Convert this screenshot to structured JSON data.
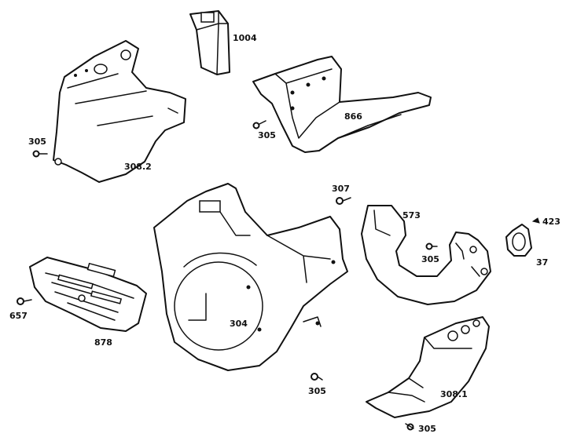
{
  "diagram": {
    "parts": [
      {
        "id": "p1004",
        "label": "1004"
      },
      {
        "id": "p305a",
        "label": "305"
      },
      {
        "id": "p308_2",
        "label": "308.2"
      },
      {
        "id": "p305b",
        "label": "305"
      },
      {
        "id": "p866",
        "label": "866"
      },
      {
        "id": "p307",
        "label": "307"
      },
      {
        "id": "p573",
        "label": "573"
      },
      {
        "id": "p423",
        "label": "423"
      },
      {
        "id": "p305c",
        "label": "305"
      },
      {
        "id": "p37",
        "label": "37"
      },
      {
        "id": "p657",
        "label": "657"
      },
      {
        "id": "p878",
        "label": "878"
      },
      {
        "id": "p304",
        "label": "304"
      },
      {
        "id": "p305d",
        "label": "305"
      },
      {
        "id": "p308_1",
        "label": "308.1"
      },
      {
        "id": "p305e",
        "label": "305"
      }
    ]
  }
}
